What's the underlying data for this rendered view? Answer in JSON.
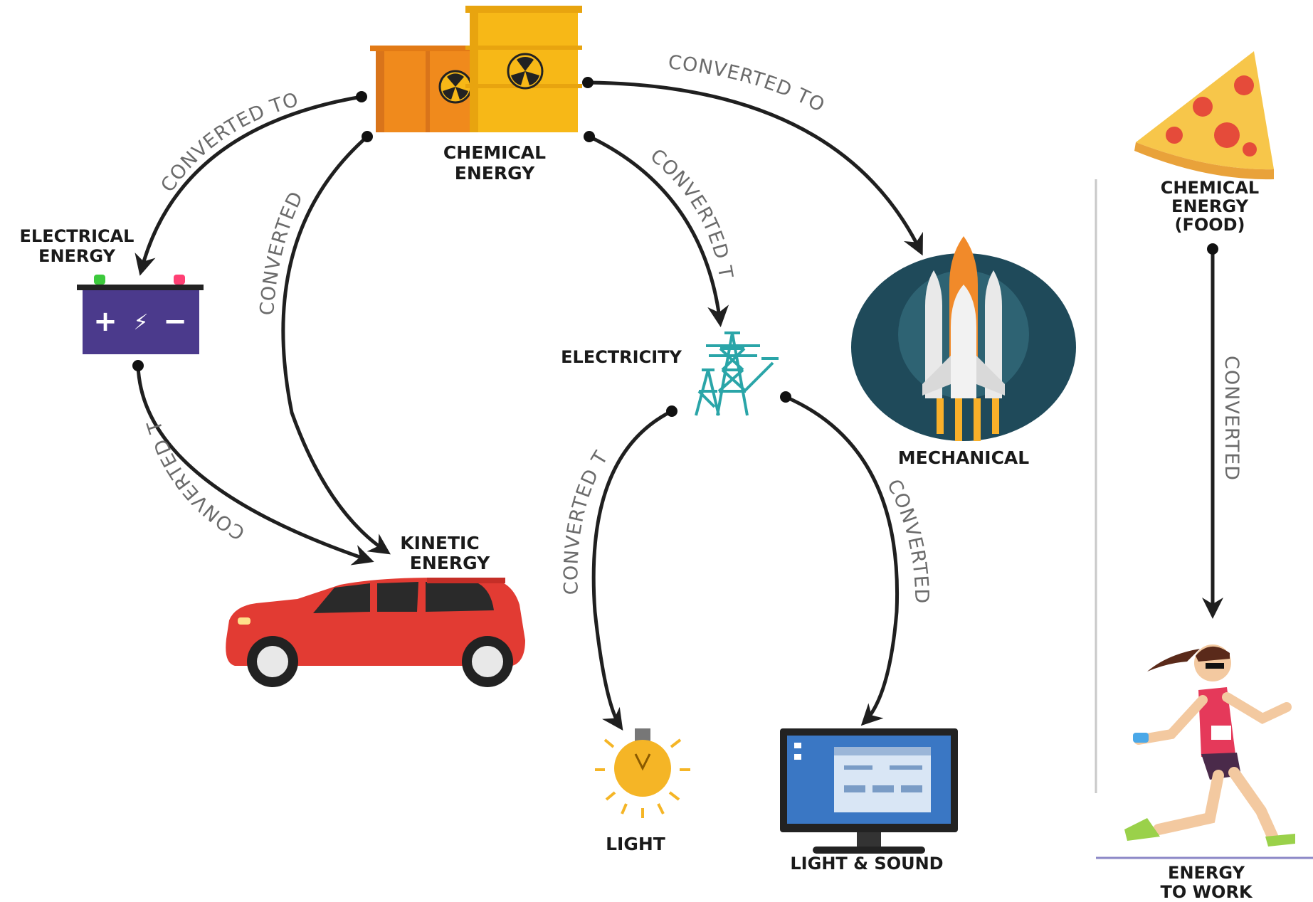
{
  "nodes": {
    "chemical": {
      "line1": "CHEMICAL",
      "line2": "ENERGY"
    },
    "electrical": {
      "line1": "ELECTRICAL",
      "line2": "ENERGY"
    },
    "kinetic": {
      "line1": "KINETIC",
      "line2": "ENERGY"
    },
    "electricity": {
      "label": "ELECTRICITY"
    },
    "mechanical": {
      "label": "MECHANICAL"
    },
    "light": {
      "label": "LIGHT"
    },
    "light_sound": {
      "label": "LIGHT & SOUND"
    },
    "food": {
      "line1": "CHEMICAL",
      "line2": "ENERGY",
      "line3": "(FOOD)"
    },
    "work": {
      "line1": "ENERGY",
      "line2": "TO WORK"
    }
  },
  "edge_label": "CONVERTED TO",
  "edges": [
    {
      "from": "chemical",
      "to": "electrical"
    },
    {
      "from": "chemical",
      "to": "kinetic"
    },
    {
      "from": "chemical",
      "to": "electricity"
    },
    {
      "from": "chemical",
      "to": "mechanical"
    },
    {
      "from": "electrical",
      "to": "kinetic"
    },
    {
      "from": "electricity",
      "to": "light"
    },
    {
      "from": "electricity",
      "to": "light_sound"
    },
    {
      "from": "food",
      "to": "work"
    }
  ],
  "battery": {
    "plus": "+",
    "bolt": "⚡",
    "minus": "−"
  },
  "colors": {
    "barrel_orange": "#f08a1c",
    "barrel_yellow": "#f7b817",
    "battery": "#4b3a8c",
    "car": "#e23b33",
    "rocket_bg": "#1f4a5a",
    "tower": "#2aa5a8",
    "bulb": "#f5b526",
    "monitor_screen": "#3a77c4",
    "pizza": "#f7c64a",
    "runner_top": "#e5395a"
  }
}
